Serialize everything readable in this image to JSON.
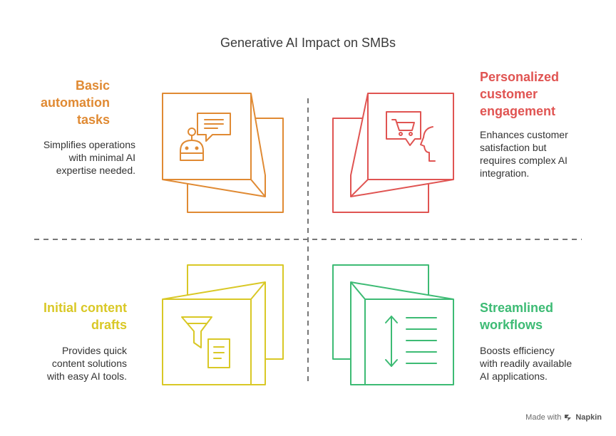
{
  "title": "Generative AI Impact on SMBs",
  "colors": {
    "orange": "#E08A33",
    "red": "#E05452",
    "yellow": "#D9C826",
    "green": "#3DBB74",
    "divider": "#777777"
  },
  "quadrants": {
    "top_left": {
      "heading": "Basic\nautomation\ntasks",
      "description": "Simplifies operations\nwith minimal AI\nexpertise needed.",
      "icon": "robot-chat-icon"
    },
    "top_right": {
      "heading": "Personalized\ncustomer\nengagement",
      "description": "Enhances customer\nsatisfaction but\nrequires complex AI\nintegration.",
      "icon": "shopping-cart-speech-icon"
    },
    "bottom_left": {
      "heading": "Initial content\ndrafts",
      "description": "Provides quick\ncontent solutions\nwith easy AI tools.",
      "icon": "funnel-document-icon"
    },
    "bottom_right": {
      "heading": "Streamlined\nworkflows",
      "description": "Boosts efficiency\nwith readily available\nAI applications.",
      "icon": "vertical-arrows-list-icon"
    }
  },
  "branding": {
    "prefix": "Made with",
    "name": "Napkin"
  }
}
